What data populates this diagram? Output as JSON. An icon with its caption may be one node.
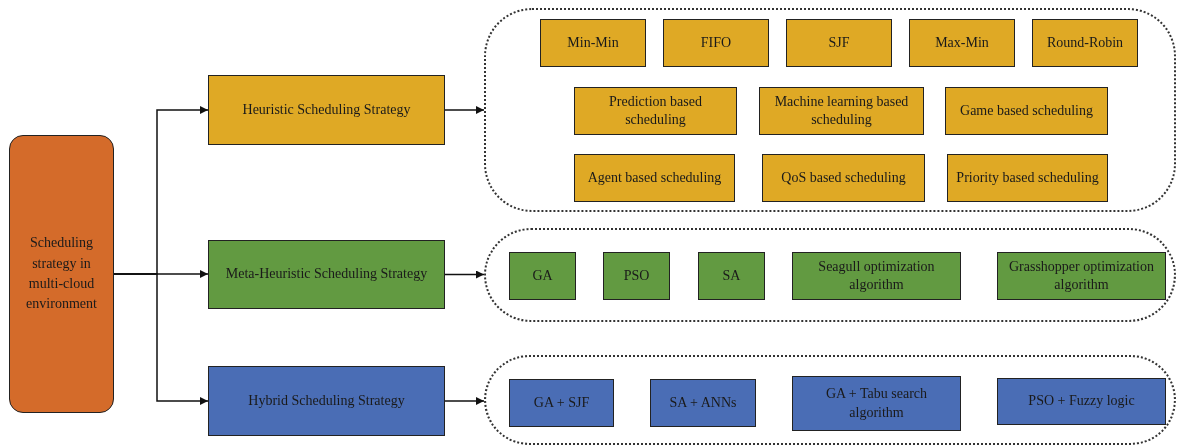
{
  "diagram": {
    "nodes": [
      {
        "text": [
          "Scheduling strategy in multi-cloud environment"
        ]
      },
      {
        "text": [
          "Heuristic Scheduling Strategy"
        ]
      },
      {
        "text": [
          "Meta-Heuristic Scheduling Strategy"
        ]
      },
      {
        "text": [
          "Hybrid Scheduling Strategy"
        ]
      },
      {
        "text": [],
        "shape": "box"
      },
      {
        "text": [
          "Min-Min"
        ],
        "in": 4
      },
      {
        "text": [
          "FIFO"
        ],
        "in": 4
      },
      {
        "text": [
          "SJF"
        ],
        "in": 4
      },
      {
        "text": [
          "Max-Min"
        ],
        "in": 4
      },
      {
        "text": [
          "Round-Robin"
        ],
        "in": 4
      },
      {
        "text": [
          "Prediction based scheduling"
        ],
        "in": 4
      },
      {
        "text": [
          "Machine learning based scheduling"
        ],
        "in": 4
      },
      {
        "text": [
          "Game based scheduling"
        ],
        "in": 4
      },
      {
        "text": [
          "Agent based scheduling"
        ],
        "in": 4
      },
      {
        "text": [
          "QoS based scheduling"
        ],
        "in": 4
      },
      {
        "text": [
          "Priority based scheduling"
        ],
        "in": 4
      },
      {
        "text": [],
        "shape": "box"
      },
      {
        "text": [
          "GA"
        ],
        "in": 16
      },
      {
        "text": [
          "PSO"
        ],
        "in": 16
      },
      {
        "text": [
          "SA"
        ],
        "in": 16
      },
      {
        "text": [
          "Seagull optimization algorithm"
        ],
        "in": 16
      },
      {
        "text": [
          "Grasshopper optimization algorithm"
        ],
        "in": 16
      },
      {
        "text": [],
        "shape": "box"
      },
      {
        "text": [
          "GA + SJF"
        ],
        "in": 22
      },
      {
        "text": [
          "SA + ANNs"
        ],
        "in": 22
      },
      {
        "text": [
          "GA + Tabu search algorithm"
        ],
        "in": 22
      },
      {
        "text": [
          "PSO + Fuzzy logic"
        ],
        "in": 22
      }
    ],
    "edges": [
      {
        "from": 0,
        "to": 1,
        "arrow": "to"
      },
      {
        "from": 0,
        "to": 2,
        "arrow": "to"
      },
      {
        "from": 0,
        "to": 3,
        "arrow": "to"
      },
      {
        "from": 1,
        "to": 4,
        "arrow": "to"
      },
      {
        "from": 2,
        "to": 16,
        "arrow": "to"
      },
      {
        "from": 3,
        "to": 22,
        "arrow": "to"
      }
    ]
  }
}
